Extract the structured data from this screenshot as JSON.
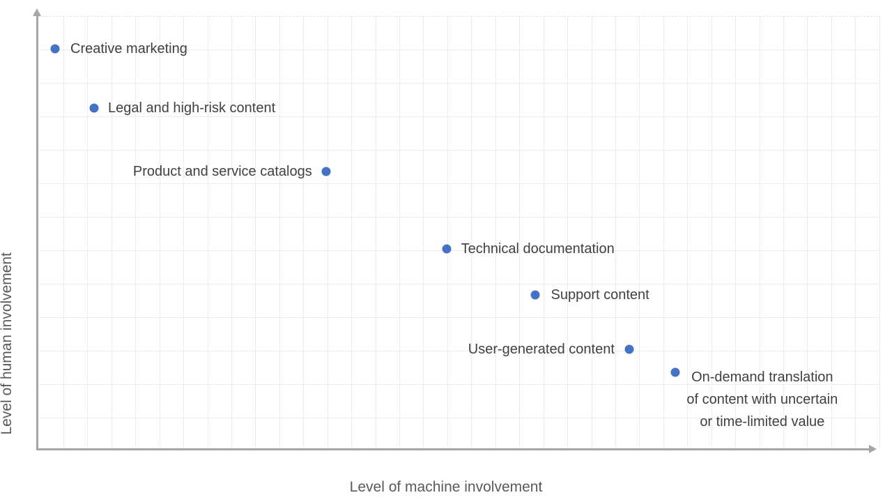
{
  "figure": {
    "background": "#ffffff",
    "axis_color": "#a6a6a6",
    "grid_color": "#ededed",
    "dot_color": "#4472c4",
    "point_label_color": "#404040",
    "axis_title_color": "#595959"
  },
  "chart_data": {
    "type": "scatter",
    "title": "",
    "xlabel": "Level of machine involvement",
    "ylabel": "Level of human involvement",
    "legend": "none",
    "grid": true,
    "axis_ticks": "none (conceptual axes with arrowheads, no numeric scale)",
    "xlim": [
      0,
      1
    ],
    "ylim": [
      0,
      1
    ],
    "points": [
      {
        "label": "Creative marketing",
        "x": 0.0215,
        "y": 0.924,
        "label_side": "right",
        "label_gap": 22
      },
      {
        "label": "Legal and high-risk content",
        "x": 0.0678,
        "y": 0.787,
        "label_side": "right",
        "label_gap": 20
      },
      {
        "label": "Product and service catalogs",
        "x": 0.343,
        "y": 0.641,
        "label_side": "left",
        "label_gap": 20
      },
      {
        "label": "Technical documentation",
        "x": 0.486,
        "y": 0.462,
        "label_side": "right",
        "label_gap": 21
      },
      {
        "label": "Support content",
        "x": 0.591,
        "y": 0.356,
        "label_side": "right",
        "label_gap": 23
      },
      {
        "label": "User-generated content",
        "x": 0.703,
        "y": 0.23,
        "label_side": "left",
        "label_gap": 21
      },
      {
        "label": "On-demand translation\nof content with uncertain\nor time-limited value",
        "x": 0.758,
        "y": 0.177,
        "label_side": "right-center",
        "label_gap": 16,
        "label_dy": 39
      }
    ]
  }
}
